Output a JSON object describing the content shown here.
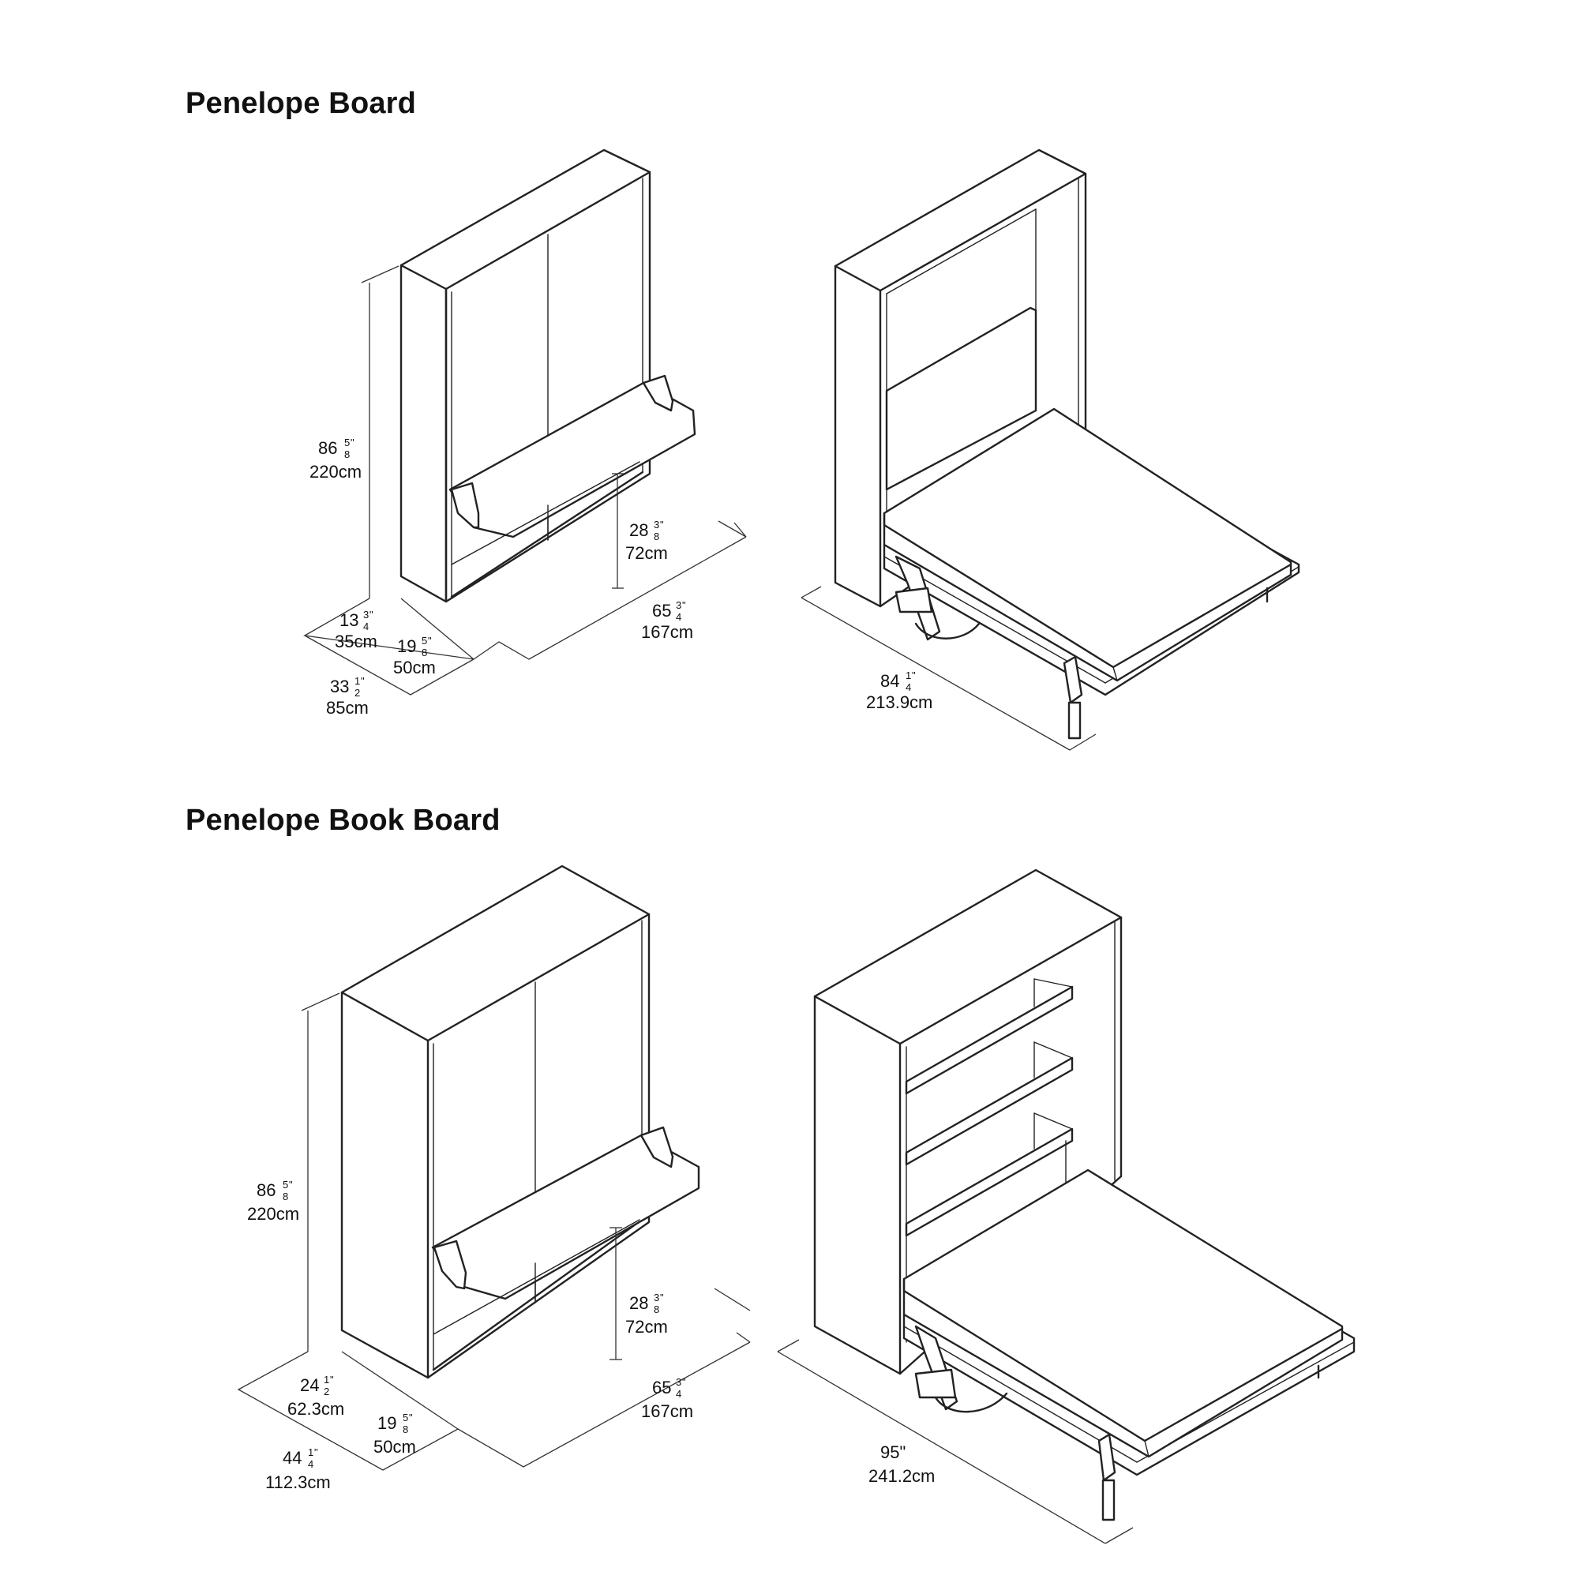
{
  "sections": [
    {
      "title": "Penelope Board",
      "dims": {
        "height": {
          "whole": "86",
          "num": "5",
          "den": "8",
          "quote": "\"",
          "metric": "220cm"
        },
        "desk_height": {
          "whole": "28",
          "num": "3",
          "den": "8",
          "quote": "\"",
          "metric": "72cm"
        },
        "width": {
          "whole": "65",
          "num": "3",
          "den": "4",
          "quote": "\"",
          "metric": "167cm"
        },
        "depth_closed": {
          "whole": "13",
          "num": "3",
          "den": "4",
          "quote": "\"",
          "metric": "35cm"
        },
        "desk_depth": {
          "whole": "19",
          "num": "5",
          "den": "8",
          "quote": "\"",
          "metric": "50cm"
        },
        "depth_total": {
          "whole": "33",
          "num": "1",
          "den": "2",
          "quote": "\"",
          "metric": "85cm"
        },
        "open_length": {
          "whole": "84",
          "num": "1",
          "den": "4",
          "quote": "\"",
          "metric": "213.9cm"
        }
      }
    },
    {
      "title": "Penelope Book Board",
      "dims": {
        "height": {
          "whole": "86",
          "num": "5",
          "den": "8",
          "quote": "\"",
          "metric": "220cm"
        },
        "desk_height": {
          "whole": "28",
          "num": "3",
          "den": "8",
          "quote": "\"",
          "metric": "72cm"
        },
        "width": {
          "whole": "65",
          "num": "3",
          "den": "4",
          "quote": "\"",
          "metric": "167cm"
        },
        "depth_closed": {
          "whole": "24",
          "num": "1",
          "den": "2",
          "quote": "\"",
          "metric": "62.3cm"
        },
        "desk_depth": {
          "whole": "19",
          "num": "5",
          "den": "8",
          "quote": "\"",
          "metric": "50cm"
        },
        "depth_total": {
          "whole": "44",
          "num": "1",
          "den": "4",
          "quote": "\"",
          "metric": "112.3cm"
        },
        "open_length": {
          "whole": "95\"",
          "num": "",
          "den": "",
          "quote": "",
          "metric": "241.2cm"
        }
      }
    }
  ]
}
